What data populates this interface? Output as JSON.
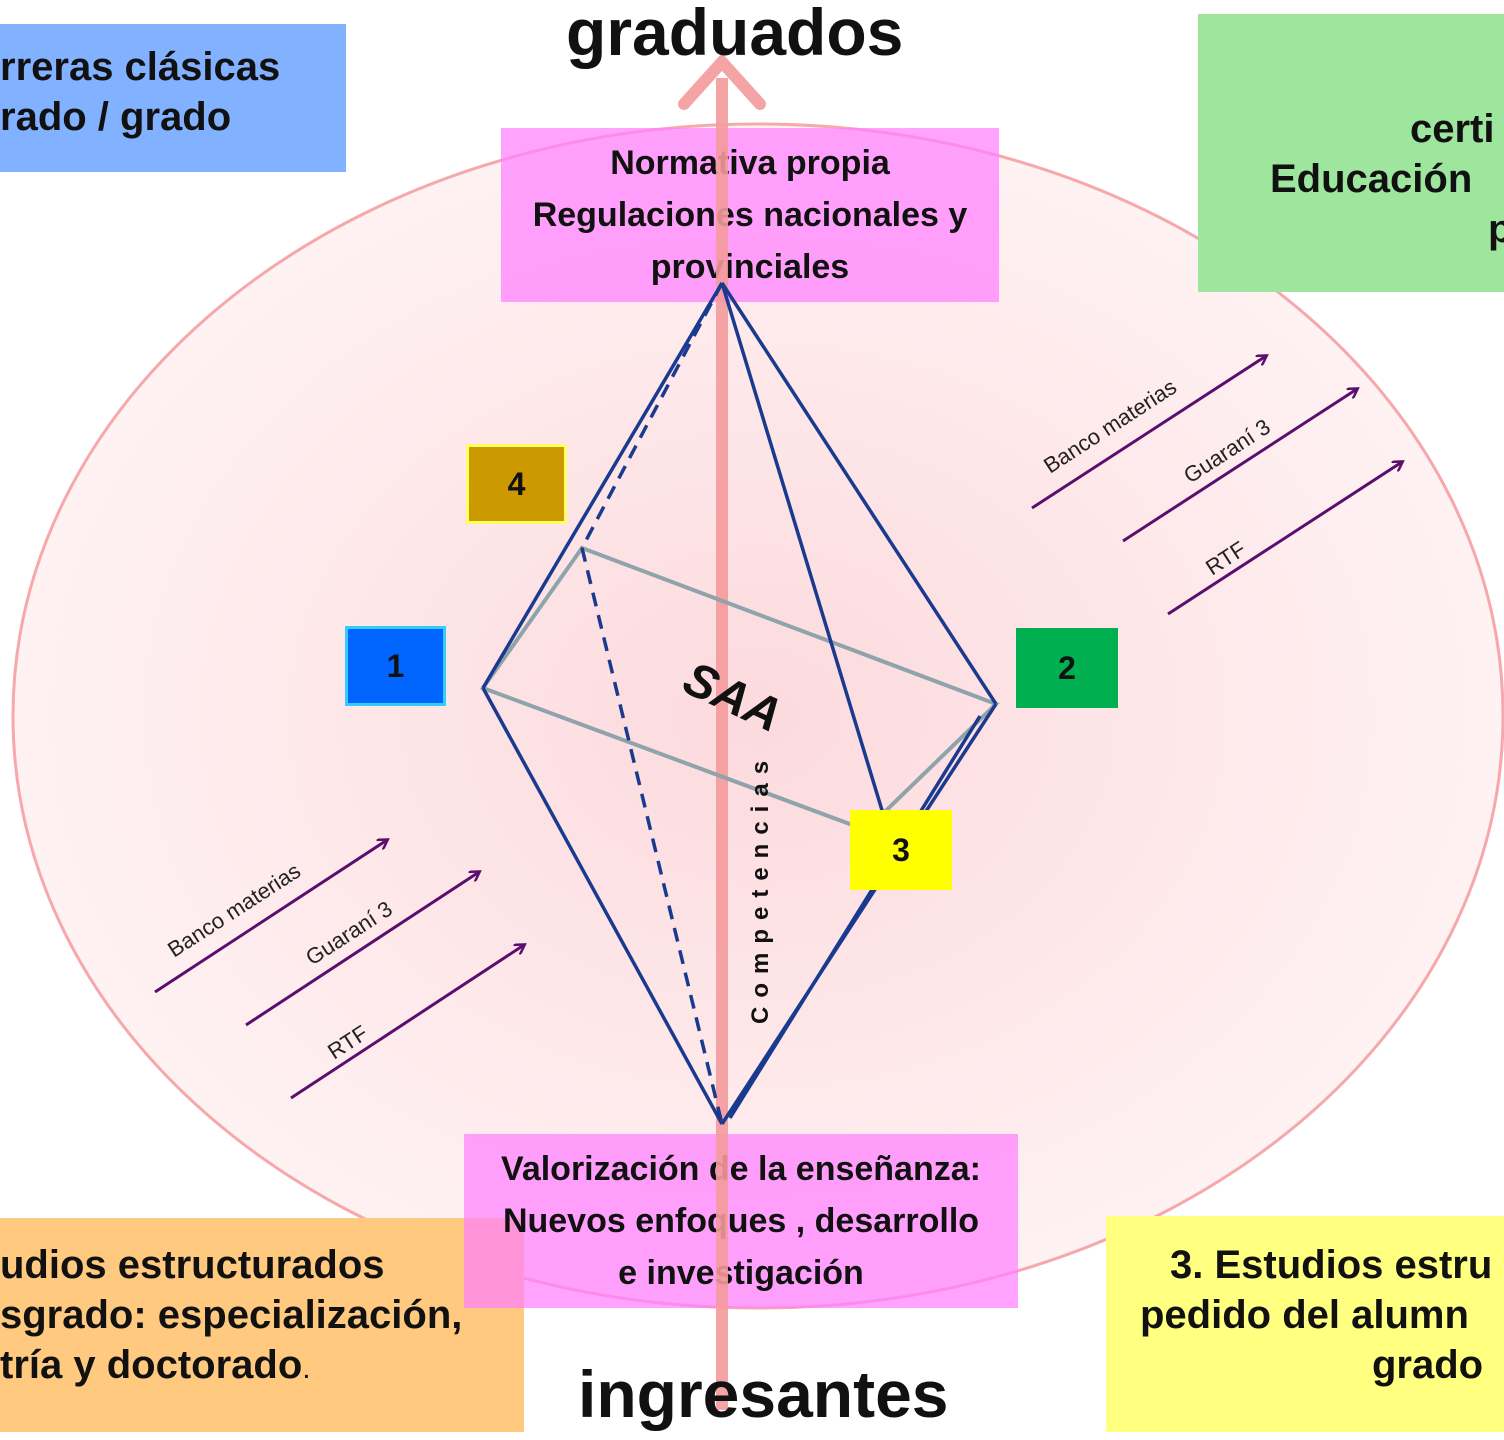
{
  "title_top": "graduados",
  "title_bottom": "ingresantes",
  "corner_tl": {
    "line1": "rreras clásicas",
    "line2": "rado / grado"
  },
  "corner_tr": {
    "line1": "certi",
    "line2": "Educación",
    "line3": "p"
  },
  "corner_bl": {
    "line1": "udios estructurados",
    "line2": "sgrado: especialización,",
    "line3": "tría y doctorado",
    "line3_suffix": "."
  },
  "corner_br": {
    "line1": "3. Estudios estru",
    "line2": "pedido del alumn",
    "line3": "grado"
  },
  "top_box": {
    "line1": "Normativa propia",
    "line2": "Regulaciones nacionales y",
    "line3": "provinciales"
  },
  "bottom_box": {
    "line1": "Valorización de la enseñanza:",
    "line2": "Nuevos enfoques , desarrollo",
    "line3": "e investigación"
  },
  "center_label": "SAA",
  "axis_label": "Competencias",
  "markers": {
    "m1": "1",
    "m2": "2",
    "m3": "3",
    "m4": "4"
  },
  "arrows_left": [
    "Banco materias",
    "Guaraní 3",
    "RTF"
  ],
  "arrows_right": [
    "Banco materias",
    "Guaraní 3",
    "RTF"
  ],
  "colors": {
    "ellipse": "#fde4e6",
    "axis": "#f49a9c",
    "diamond": "#1a3a8f",
    "plane": "#8fa3ab",
    "arrow": "#5a0f6e",
    "blue_box": "#82b1ff",
    "green_box": "#9ee69e",
    "orange_box": "#ffc97f",
    "yellow_box": "#ffff80",
    "pink_box": "#ff80ff"
  }
}
